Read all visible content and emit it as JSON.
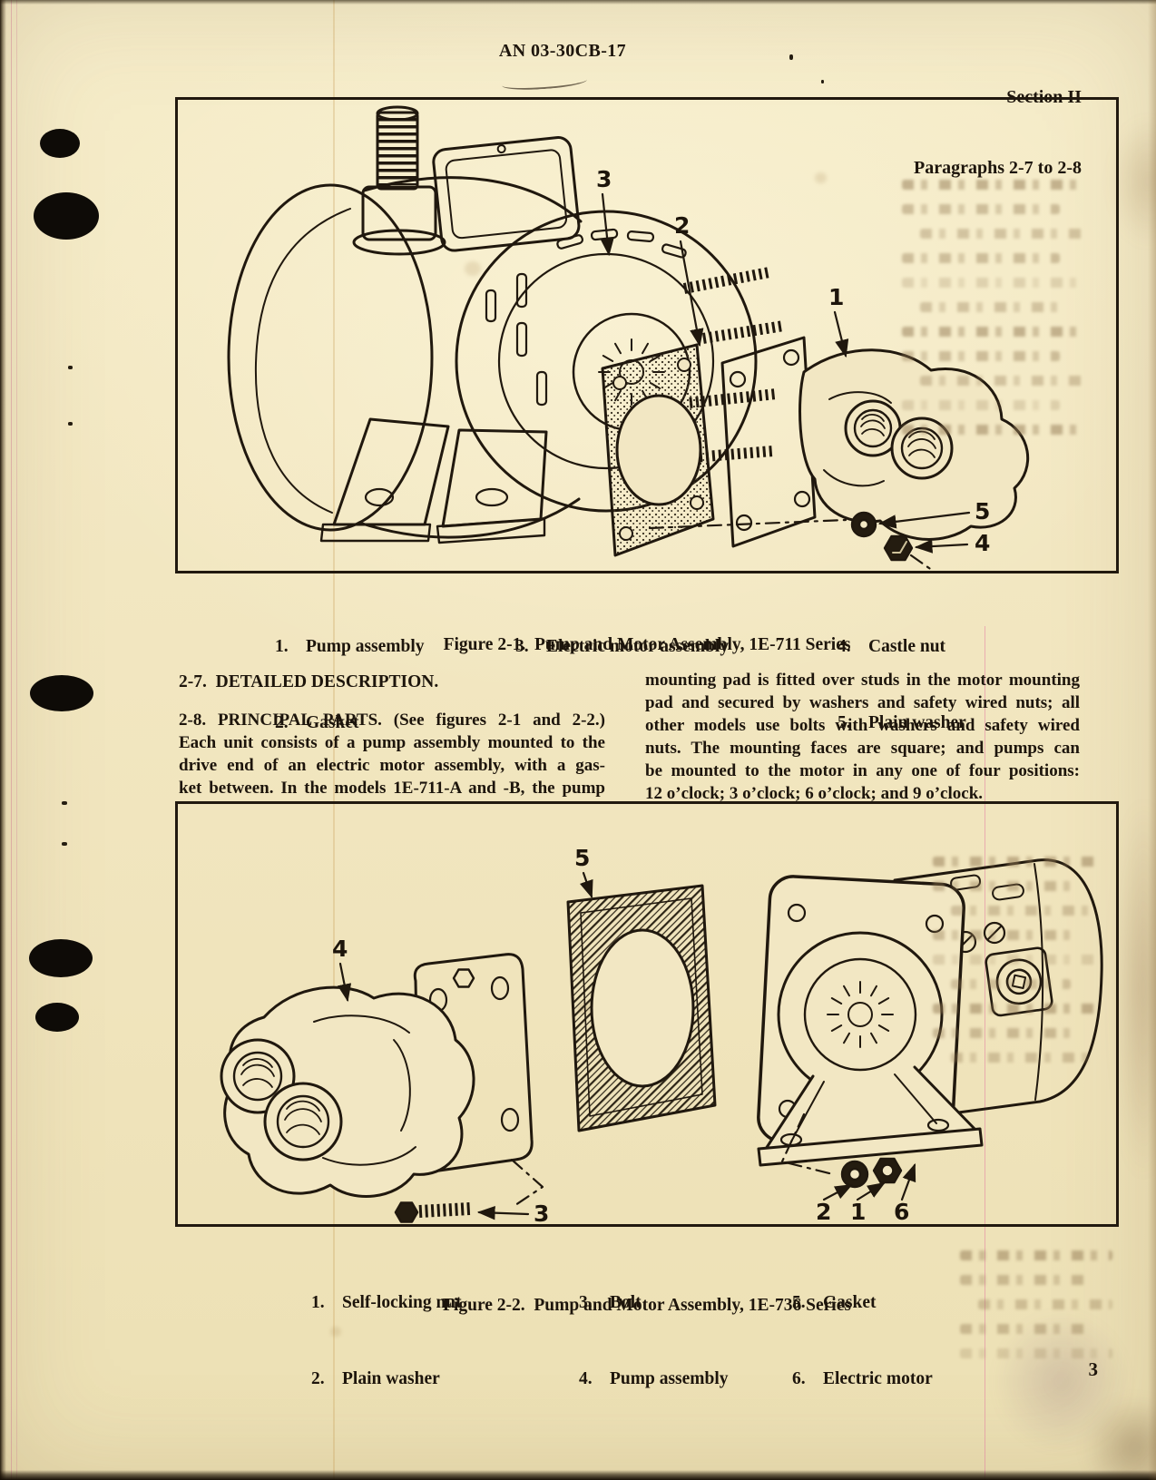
{
  "header": {
    "doc_number": "AN 03-30CB-17",
    "section": "Section II",
    "paragraph_range": "Paragraphs 2-7 to 2-8"
  },
  "figure1": {
    "caption": "Figure 2-1.  Pump and Motor Assembly, 1E-711 Series",
    "callouts": {
      "c1": "1",
      "c2": "2",
      "c3": "3",
      "c4": "4",
      "c5": "5"
    },
    "legend": {
      "col1": [
        {
          "num": "1.",
          "label": "Pump assembly"
        },
        {
          "num": "2.",
          "label": "Gasket"
        }
      ],
      "col2": [
        {
          "num": "3.",
          "label": "Electric motor assembly"
        }
      ],
      "col3": [
        {
          "num": "4.",
          "label": "Castle nut"
        },
        {
          "num": "5.",
          "label": "Plain washer"
        }
      ]
    }
  },
  "body": {
    "heading_2_7": "2-7.  DETAILED DESCRIPTION.",
    "left_lines": [
      "2-8.  PRINCIPAL PARTS.  (See figures 2-1 and 2-2.)",
      "Each unit consists of a pump assembly mounted to the",
      "drive end of an electric motor assembly, with a gas-",
      "ket between.  In the models 1E-711-A and -B, the pump"
    ],
    "right_lines": [
      "mounting pad is fitted over studs in the motor mounting",
      "pad and secured by washers and safety wired nuts; all",
      "other models use bolts with washers and safety wired",
      "nuts.  The mounting faces are square; and pumps can",
      "be mounted to the motor in any one of four positions:",
      "12 o’clock; 3 o’clock; 6 o’clock; and 9 o’clock."
    ]
  },
  "figure2": {
    "caption": "Figure 2-2.  Pump and Motor Assembly, 1E-736 Series",
    "callouts": {
      "c1": "1",
      "c2": "2",
      "c3": "3",
      "c4": "4",
      "c5": "5",
      "c6": "6"
    },
    "legend": {
      "col1": [
        {
          "num": "1.",
          "label": "Self-locking nut"
        },
        {
          "num": "2.",
          "label": "Plain washer"
        }
      ],
      "col2": [
        {
          "num": "3.",
          "label": "Bolt"
        },
        {
          "num": "4.",
          "label": "Pump assembly"
        }
      ],
      "col3": [
        {
          "num": "5.",
          "label": "Gasket"
        },
        {
          "num": "6.",
          "label": "Electric motor"
        }
      ]
    }
  },
  "footer": {
    "page_number": "3"
  },
  "colors": {
    "paper": "#f2e7c3",
    "ink": "#20180e"
  }
}
